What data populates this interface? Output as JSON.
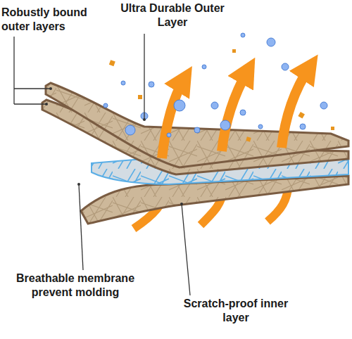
{
  "diagram": {
    "labels": [
      "Ultra Durable Outer Layer",
      "Robustly bound outer layers",
      "Breathable membrane prevent molding",
      "Scratch-proof inner layer"
    ]
  }
}
